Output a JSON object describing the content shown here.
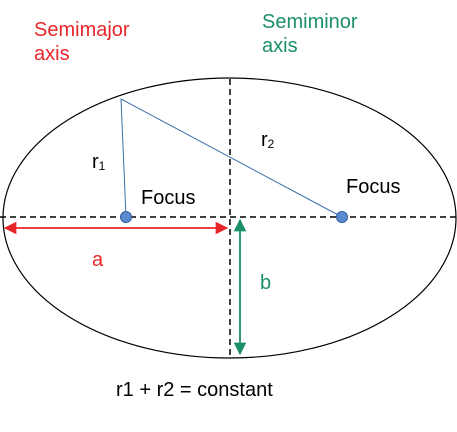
{
  "labels": {
    "semimajor_line1": "Semimajor",
    "semimajor_line2": "axis",
    "semiminor_line1": "Semiminor",
    "semiminor_line2": "axis",
    "r1_base": "r",
    "r1_sub": "1",
    "r2_base": "r",
    "r2_sub": "2",
    "focus_left": "Focus",
    "focus_right": "Focus",
    "a": "a",
    "b": "b",
    "formula": "r1 + r2 = constant"
  },
  "colors": {
    "semimajor": "#e8262a",
    "semiminor": "#1c8f6a",
    "outline": "#000000",
    "radius_line": "#3b6fa8",
    "focus_fill": "#5b8ad0",
    "focus_stroke": "#2f5f9e",
    "text": "#000000"
  }
}
